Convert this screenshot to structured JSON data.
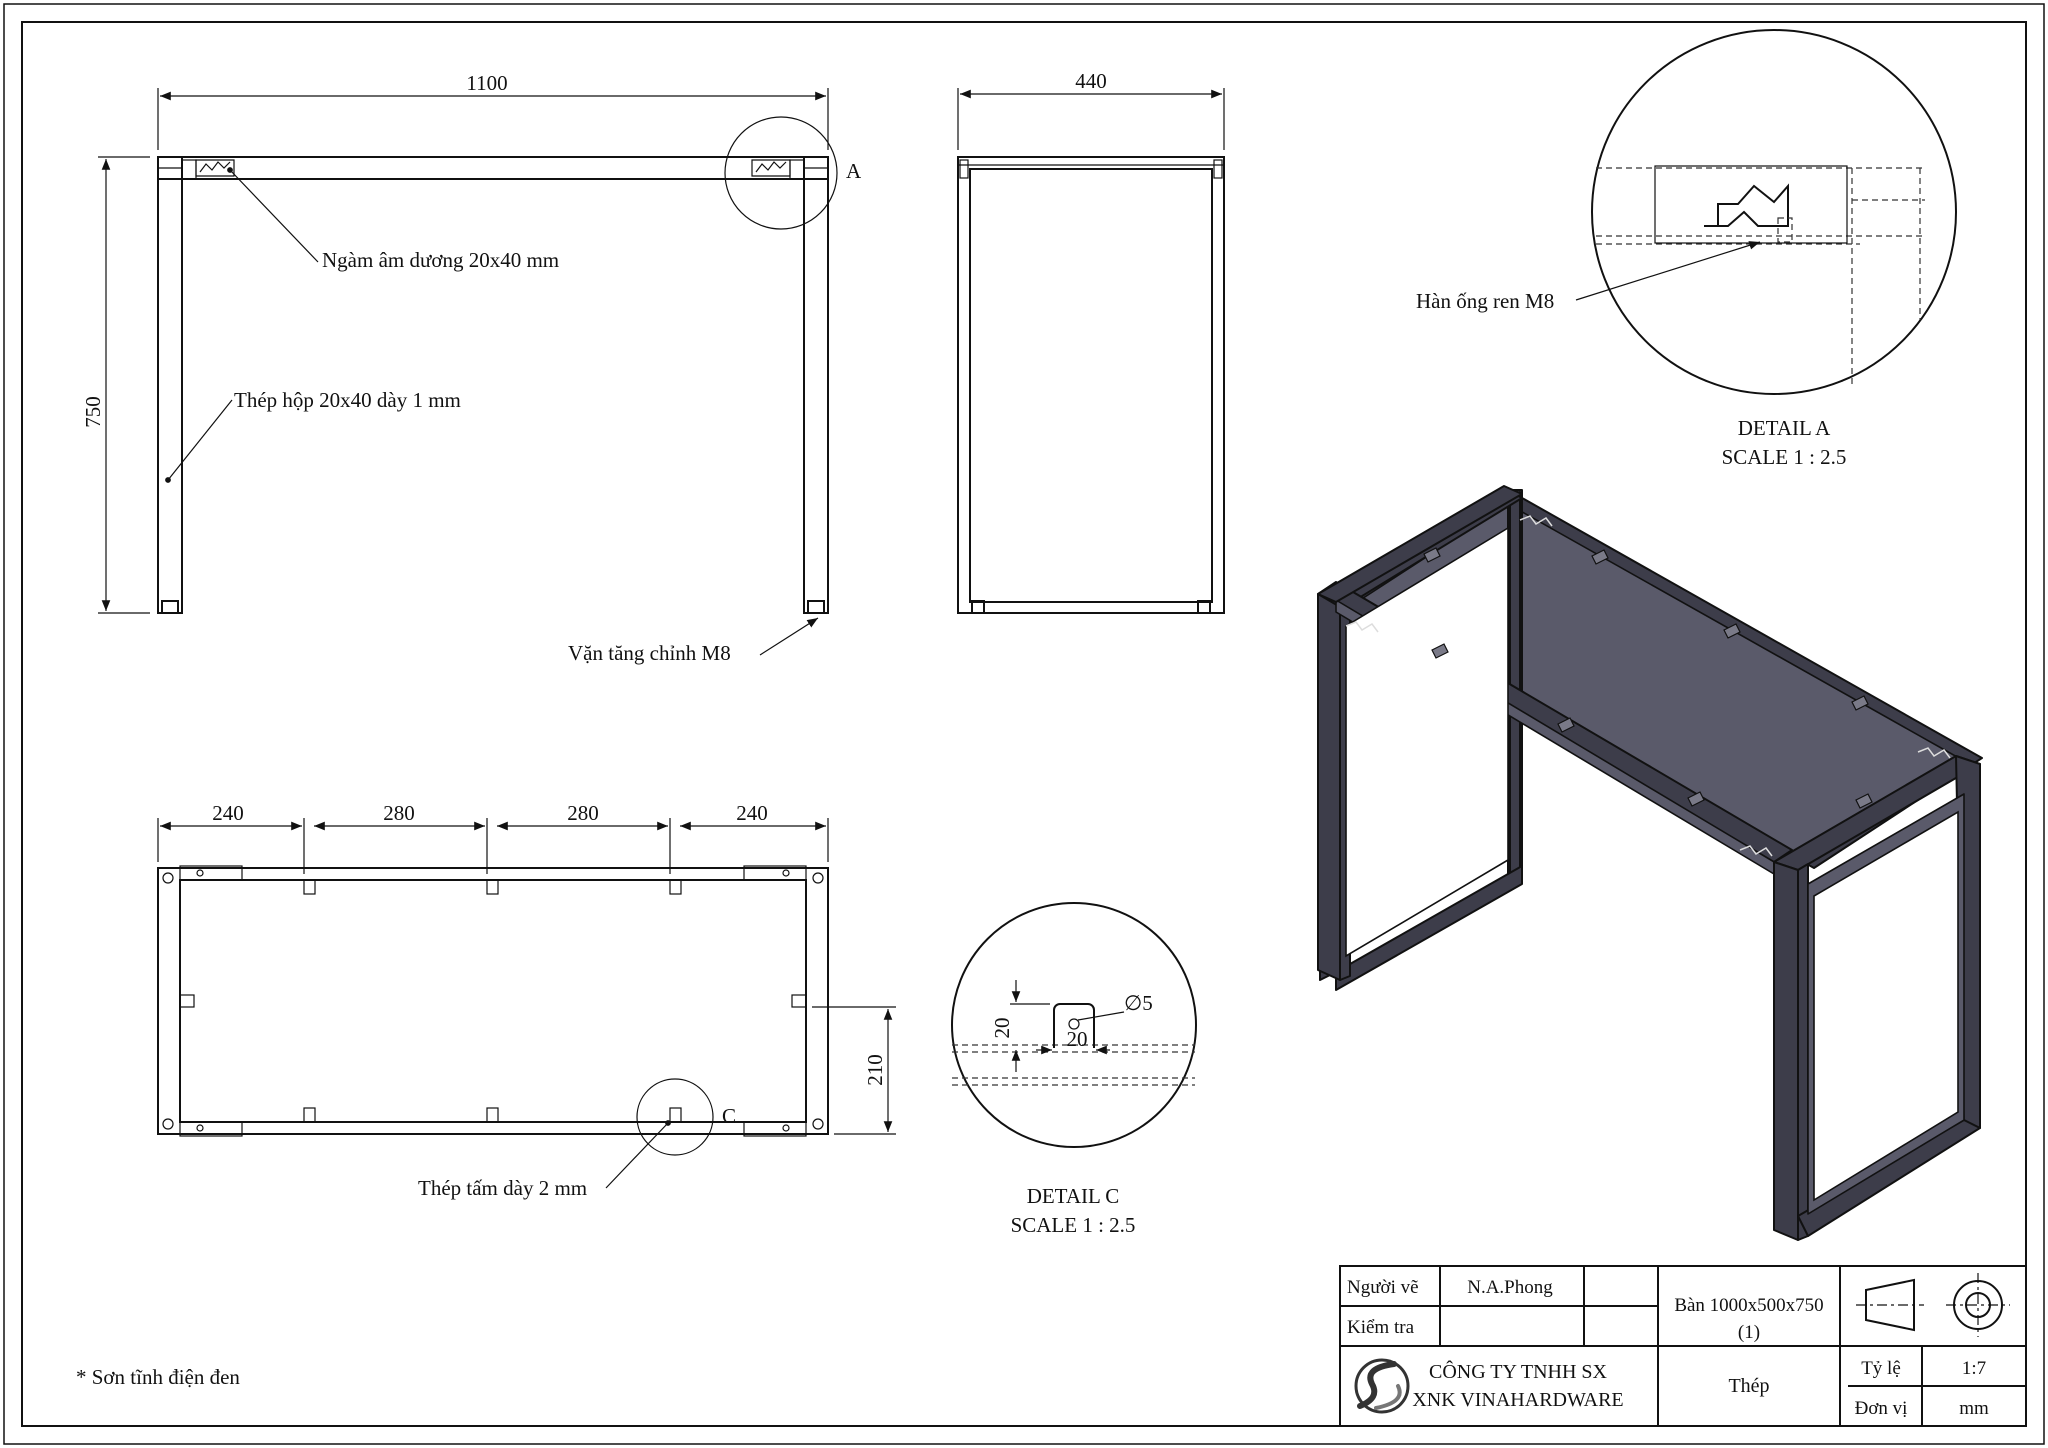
{
  "views": {
    "front": {
      "dim_width": "1100",
      "dim_height": "750",
      "callout_marker": "A",
      "label_joint": "Ngàm âm dương 20x40 mm",
      "label_tube": "Thép hộp 20x40 dày 1 mm",
      "label_foot": "Vặn tăng chỉnh M8"
    },
    "side": {
      "dim_width": "440"
    },
    "top": {
      "dims": [
        "240",
        "280",
        "280",
        "240"
      ],
      "dim_depth": "210",
      "callout_marker": "C",
      "label_plate": "Thép tấm dày 2 mm"
    },
    "detail_a": {
      "label": "Hàn ống ren M8",
      "title": "DETAIL A",
      "scale": "SCALE 1 : 2.5"
    },
    "detail_c": {
      "dim_vertical": "20",
      "dim_horizontal": "20",
      "dim_hole": "∅5",
      "title": "DETAIL C",
      "scale": "SCALE 1 : 2.5"
    }
  },
  "note": "* Sơn tĩnh điện đen",
  "title_block": {
    "drawn_by_label": "Người vẽ",
    "drawn_by_value": "N.A.Phong",
    "checked_label": "Kiểm tra",
    "checked_value": "",
    "product_line1": "Bàn 1000x500x750",
    "product_line2": "(1)",
    "company_line1": "CÔNG TY TNHH SX",
    "company_line2": "XNK VINAHARDWARE",
    "material": "Thép",
    "scale_label": "Tỷ lệ",
    "scale_value": "1:7",
    "unit_label": "Đơn vị",
    "unit_value": "mm"
  },
  "colors": {
    "line": "#111111",
    "frame_fill": "#3d3d4a",
    "paper": "#ffffff"
  }
}
